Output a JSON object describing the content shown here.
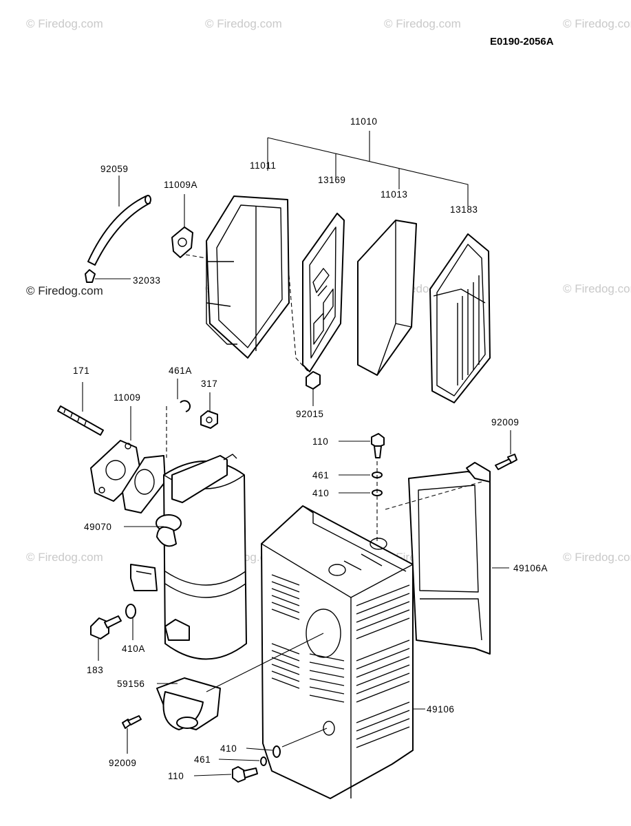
{
  "diagram_code": "E0190-2056A",
  "watermark": "© Firedog.com",
  "parts": {
    "p11010": "11010",
    "p11011": "11011",
    "p13169": "13169",
    "p11013": "11013",
    "p13183": "13183",
    "p92059": "92059",
    "p11009A": "11009A",
    "p32033": "32033",
    "p92015": "92015",
    "p171": "171",
    "p461A": "461A",
    "p317": "317",
    "p11009": "11009",
    "p92009_top": "92009",
    "p110_top": "110",
    "p461_top": "461",
    "p410_top": "410",
    "p49070": "49070",
    "p49106A": "49106A",
    "p410A": "410A",
    "p183": "183",
    "p59156": "59156",
    "p49106": "49106",
    "p92009_bottom": "92009",
    "p410_bottom": "410",
    "p461_bottom": "461",
    "p110_bottom": "110"
  }
}
